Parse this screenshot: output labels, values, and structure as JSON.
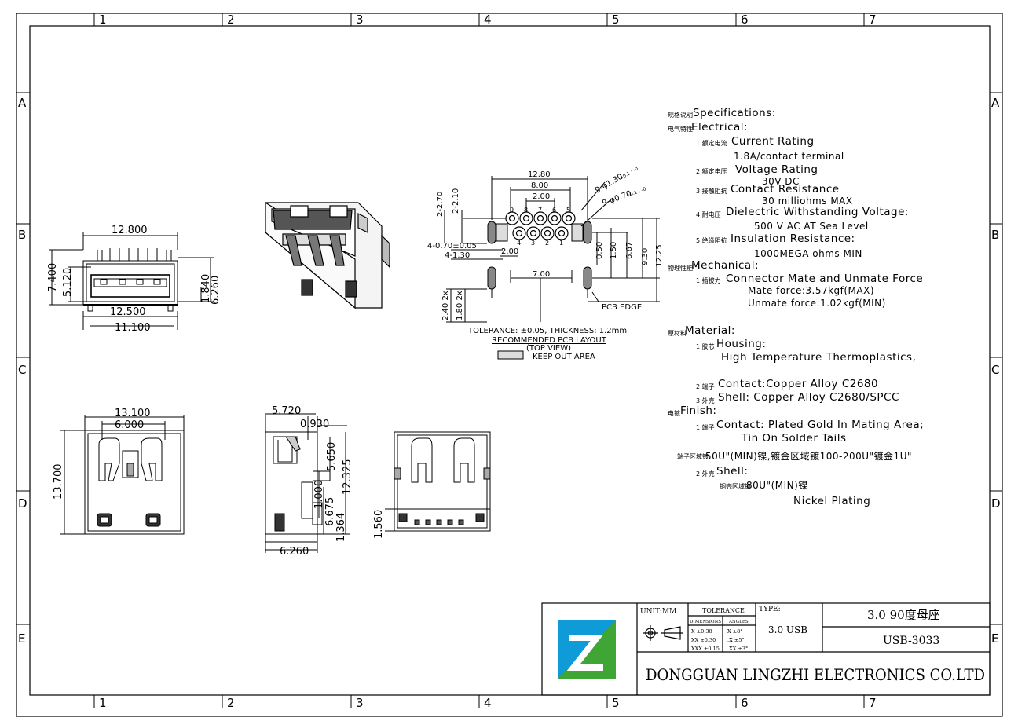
{
  "border": {
    "cols": [
      "1",
      "2",
      "3",
      "4",
      "5",
      "6",
      "7"
    ],
    "rows": [
      "A",
      "B",
      "C",
      "D",
      "E"
    ]
  },
  "dims": {
    "front_top": {
      "w_outer": "12.800",
      "h_outer": "7.400",
      "h_inner": "5.120",
      "h_right1": "1.840",
      "h_right2": "6.260",
      "w_bottom1": "12.500",
      "w_bottom2": "11.100"
    },
    "pcb": {
      "w_total": "12.80",
      "w_mid": "8.00",
      "w_inner": "2.00",
      "hole_big": "9-φ1.30",
      "hole_big_tol": "+0.1 / -0",
      "hole_small": "9-φ0.70",
      "hole_small_tol": "+0.1 / -0",
      "d_2_270": "2-2.70",
      "d_2_210": "2-2.10",
      "d_4_070": "4-0.70±0.05",
      "d_4_130": "4-1.30",
      "d_200": "2.00",
      "d_700": "7.00",
      "d_050": "0.50",
      "d_150": "1.50",
      "d_667": "6.67",
      "d_930": "9.30",
      "d_1225": "12.25",
      "d_240": "2.40 2x",
      "d_180": "1.80 2x",
      "pin_top": [
        "9",
        "8",
        "7",
        "6",
        "5"
      ],
      "pin_bot": [
        "4",
        "3",
        "2",
        "1"
      ],
      "pcb_edge": "PCB EDGE",
      "tolerance": "TOLERANCE: ±0.05, THICKNESS: 1.2mm",
      "layout_title": "RECOMMENDED PCB LAYOUT",
      "top_view": "(TOP VIEW)",
      "keep_out": "KEEP OUT AREA"
    },
    "front_bottom": {
      "w_outer": "13.100",
      "w_inner": "6.000",
      "h": "13.700"
    },
    "side": {
      "w_top": "5.720",
      "d_0930": "0.930",
      "d_5650": "5.650",
      "d_12325": "12.325",
      "d_1000": "1.000",
      "d_6675": "6.675",
      "d_1364": "1.364",
      "w_bottom": "6.260"
    },
    "rear": {
      "h": "1.560"
    }
  },
  "specs": [
    {
      "cn": "规格说明",
      "text": "Specifications:"
    },
    {
      "cn": "电气特性",
      "text": "Electrical:"
    },
    {
      "cn": "1.额定电流",
      "text": "Current Rating"
    },
    {
      "cn": "",
      "text": "1.8A/contact terminal"
    },
    {
      "cn": "2.额定电压",
      "text": "Voltage Rating"
    },
    {
      "cn": "",
      "text": "30V DC"
    },
    {
      "cn": "3.接触阻抗",
      "text": "Contact Resistance"
    },
    {
      "cn": "",
      "text": "30 milliohms MAX"
    },
    {
      "cn": "4.耐电压",
      "text": "Dielectric Withstanding Voltage:"
    },
    {
      "cn": "",
      "text": "500 V AC AT Sea Level"
    },
    {
      "cn": "5.绝缘阻抗",
      "text": "Insulation Resistance:"
    },
    {
      "cn": "",
      "text": "1000MEGA ohms MIN"
    },
    {
      "cn": "物理性能",
      "text": "Mechanical:"
    },
    {
      "cn": "1.插拔力",
      "text": "Connector Mate and Unmate Force"
    },
    {
      "cn": "",
      "text": "Mate force:3.57kgf(MAX)"
    },
    {
      "cn": "",
      "text": "Unmate force:1.02kgf(MIN)"
    },
    {
      "cn": "原材料",
      "text": "Material:"
    },
    {
      "cn": "1.胶芯",
      "text": "Housing:"
    },
    {
      "cn": "",
      "text": "High Temperature  Thermoplastics,"
    },
    {
      "cn": "2.端子",
      "text": "Contact:Copper Alloy C2680"
    },
    {
      "cn": "3.外壳",
      "text": "Shell: Copper Alloy C2680/SPCC"
    },
    {
      "cn": "电镀",
      "text": "Finish:"
    },
    {
      "cn": "1.端子",
      "text": "Contact: Plated Gold In Mating Area;"
    },
    {
      "cn": "",
      "text": "Tin On Solder Tails"
    },
    {
      "cn": "端子区域镀",
      "text": "50U\"(MIN)镍,镀金区域镀100-200U\"镀金1U\""
    },
    {
      "cn": "2.外壳",
      "text": "Shell:"
    },
    {
      "cn": "铜壳区域镀",
      "text": "80U\"(MIN)镍"
    },
    {
      "cn": "",
      "text": "Nickel Plating"
    }
  ],
  "title_block": {
    "unit": "UNIT:MM",
    "tolerance_label": "TOLERANCE",
    "dimensions_label": "DIMENSIONS",
    "angles_label": "ANGLES",
    "tol_rows": [
      {
        "dim": "X  ±0.38",
        "ang": "X  ±8°"
      },
      {
        "dim": "XX  ±0.30",
        "ang": ".X  ±5°"
      },
      {
        "dim": "XXX ±0.15",
        "ang": ".XX ±3°"
      }
    ],
    "type_label": "TYPE:",
    "type_value": "3.0 USB",
    "product_name": "3.0 90度母座",
    "part_no": "USB-3033",
    "company": "DONGGUAN LINGZHI ELECTRONICS CO.LTD",
    "logo_colors": [
      "#1a6fc4",
      "#3fa535",
      "#0f9ad8"
    ]
  }
}
